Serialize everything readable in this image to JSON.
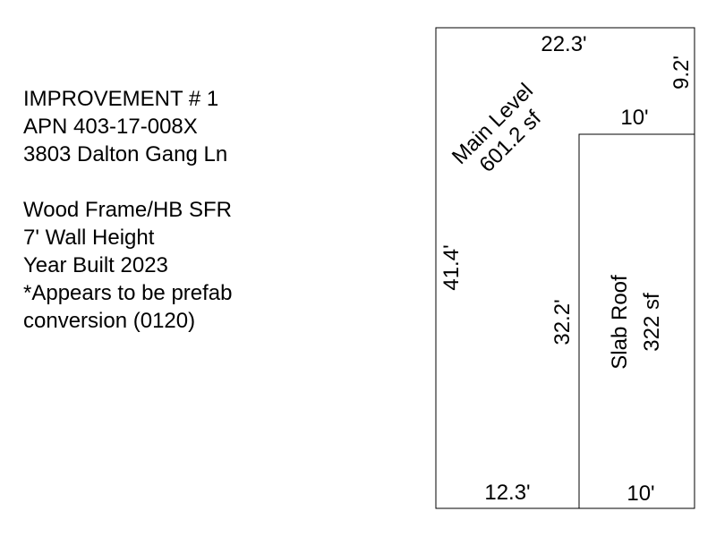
{
  "info": {
    "lines": [
      "IMPROVEMENT # 1",
      "APN 403-17-008X",
      "3803 Dalton Gang Ln",
      "",
      "Wood Frame/HB SFR",
      "7' Wall Height",
      "Year Built 2023",
      "*Appears to be prefab",
      "conversion (0120)"
    ]
  },
  "sketch": {
    "main_level": {
      "name": "Main Level",
      "area": "601.2 sf"
    },
    "slab_roof": {
      "name": "Slab Roof",
      "area": "322 sf"
    },
    "dimensions": {
      "top": "22.3'",
      "right_upper": "9.2'",
      "notch": "10'",
      "left": "41.4'",
      "inner": "32.2'",
      "bottom_left": "12.3'",
      "bottom_right": "10'"
    }
  }
}
